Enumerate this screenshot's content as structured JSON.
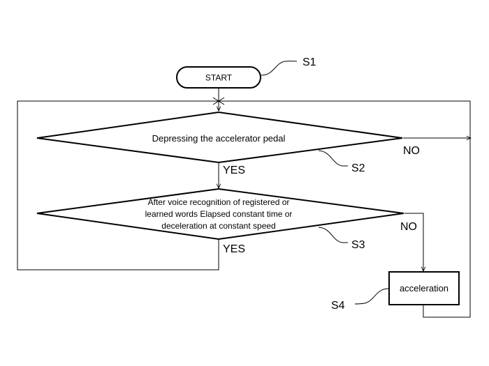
{
  "steps": {
    "start": {
      "label": "START",
      "step_id": "S1"
    },
    "s2": {
      "text": "Depressing the accelerator pedal",
      "step_id": "S2",
      "yes_label": "YES",
      "no_label": "NO"
    },
    "s3": {
      "lines": [
        "After voice recognition of registered or",
        "learned words Elapsed constant time or",
        "deceleration at constant speed"
      ],
      "step_id": "S3",
      "yes_label": "YES",
      "no_label": "NO"
    },
    "s4": {
      "label": "acceleration",
      "step_id": "S4"
    }
  }
}
